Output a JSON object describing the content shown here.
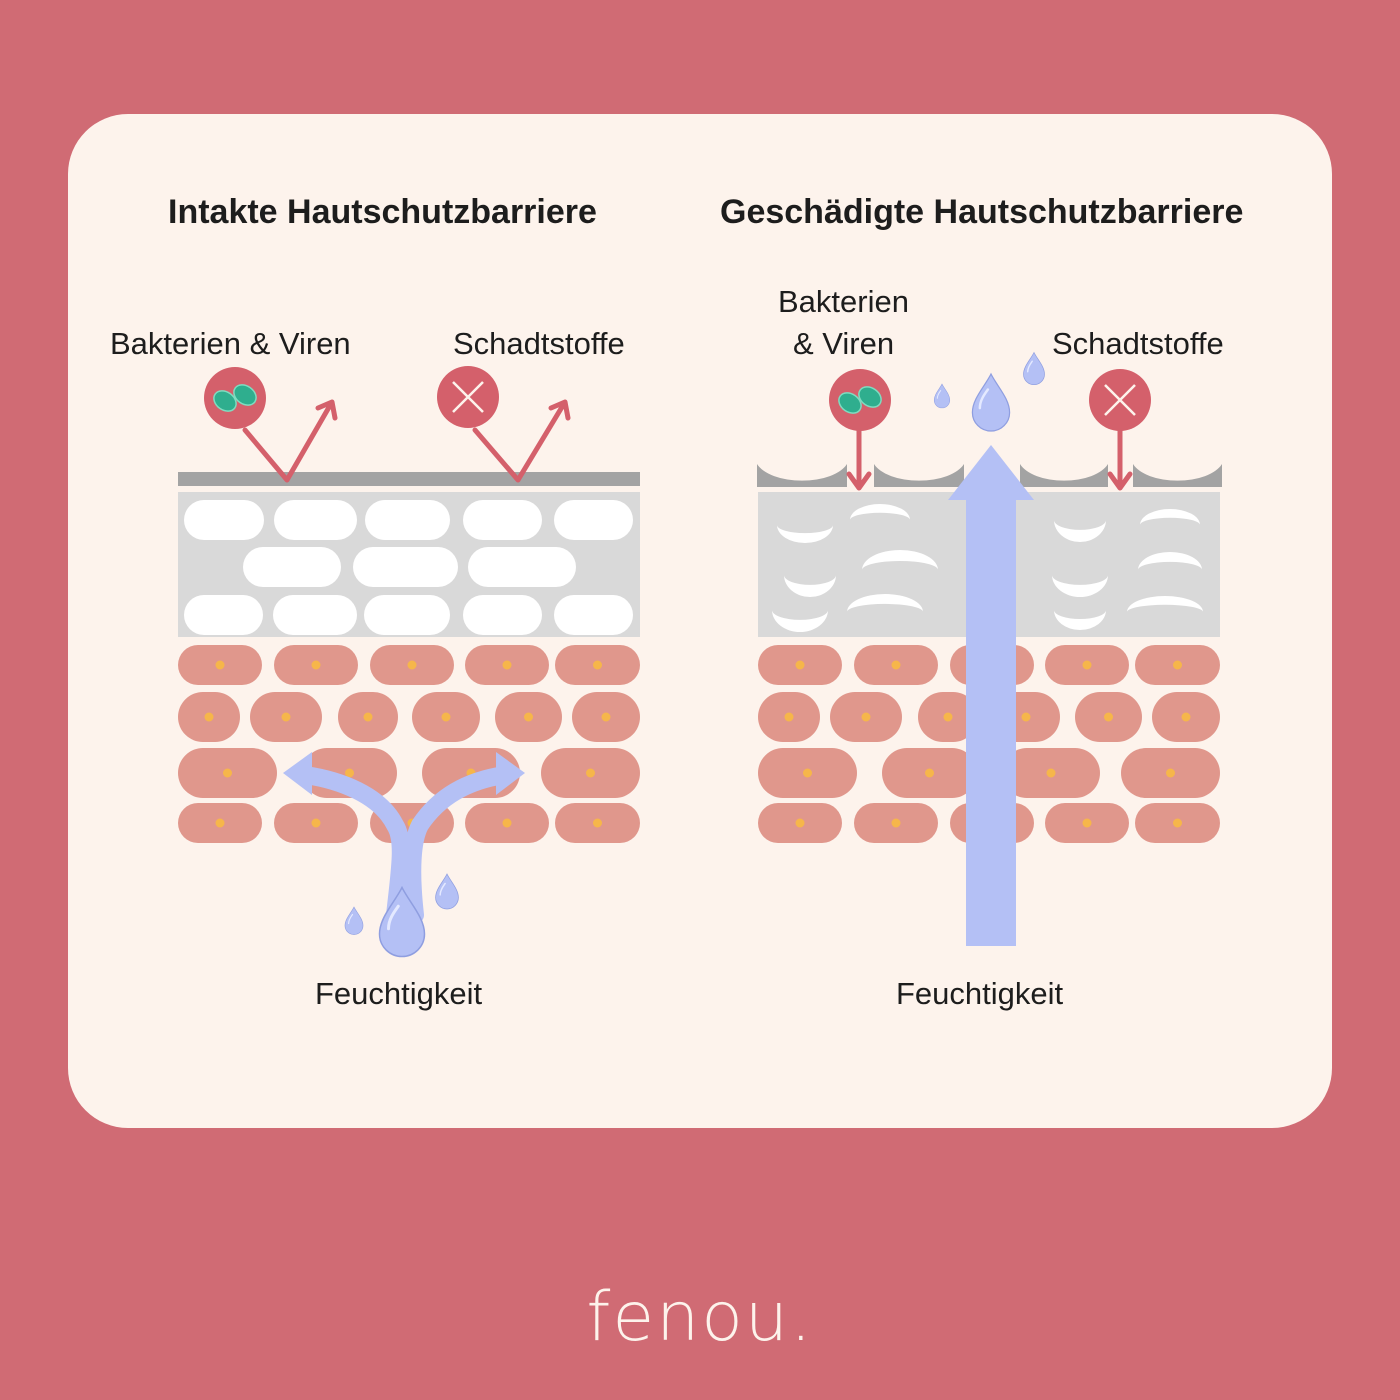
{
  "intact": {
    "title": "Intakte Hautschutzbarriere",
    "bacteria_label": "Bakterien & Viren",
    "pollutants_label": "Schadtstoffe",
    "moisture_label": "Feuchtigkeit"
  },
  "damaged": {
    "title": "Geschädigte Hautschutzbarriere",
    "bacteria_label_line1": "Bakterien",
    "bacteria_label_line2": "& Viren",
    "pollutants_label": "Schadtstoffe",
    "moisture_label": "Feuchtigkeit"
  },
  "brand": {
    "logo": "fenou."
  },
  "colors": {
    "background": "#d06b74",
    "card": "#fdf3ec",
    "cell": "#e0978c",
    "nucleus": "#f6b64a",
    "barrier": "#d9d9d9",
    "barrier_top": "#a3a3a3",
    "water": "#b4c0f5",
    "threat": "#d4606b",
    "bacteria": "#2fae8e"
  }
}
